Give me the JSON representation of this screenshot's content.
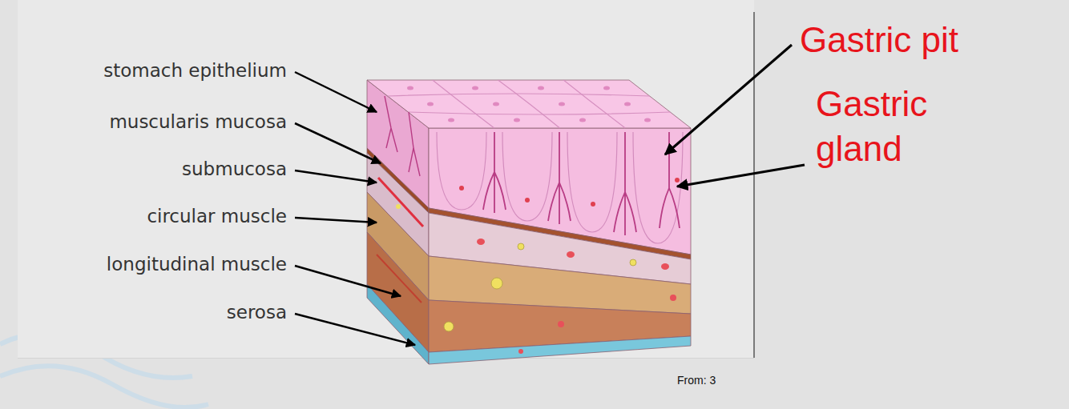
{
  "diagram": {
    "labels": [
      "stomach epithelium",
      "muscularis mucosa",
      "submucosa",
      "circular muscle",
      "longitudinal muscle",
      "serosa",
      "Gastric pit",
      "Gastric gland",
      "From: 3"
    ]
  }
}
